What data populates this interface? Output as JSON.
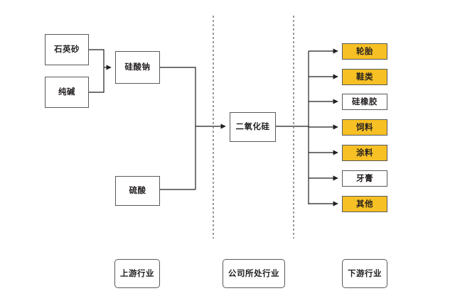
{
  "diagram": {
    "title": "silica-industry-chain-flowchart",
    "accent_color": "#f7c024",
    "box_border_color": "#58595b",
    "line_color": "#231f20",
    "divider_color": "#808080",
    "upstream": [
      {
        "id": "quartz-sand",
        "label": "石英砂",
        "filled": false
      },
      {
        "id": "soda-ash",
        "label": "纯碱",
        "filled": false
      },
      {
        "id": "sodium-silicate",
        "label": "硅酸钠",
        "filled": false
      },
      {
        "id": "sulfuric-acid",
        "label": "硫酸",
        "filled": false
      }
    ],
    "midstream": [
      {
        "id": "silicon-dioxide",
        "label": "二氧化硅",
        "filled": false
      }
    ],
    "downstream": [
      {
        "id": "tires",
        "label": "轮胎",
        "filled": true
      },
      {
        "id": "footwear",
        "label": "鞋类",
        "filled": true
      },
      {
        "id": "silicone-rubber",
        "label": "硅橡胶",
        "filled": false
      },
      {
        "id": "feed",
        "label": "饲料",
        "filled": true
      },
      {
        "id": "coatings",
        "label": "涂料",
        "filled": true
      },
      {
        "id": "toothpaste",
        "label": "牙膏",
        "filled": false
      },
      {
        "id": "others",
        "label": "其他",
        "filled": true
      }
    ],
    "legend": [
      {
        "id": "upstream-industry",
        "label": "上游行业"
      },
      {
        "id": "company-industry",
        "label": "公司所处行业"
      },
      {
        "id": "downstream-industry",
        "label": "下游行业"
      }
    ]
  }
}
